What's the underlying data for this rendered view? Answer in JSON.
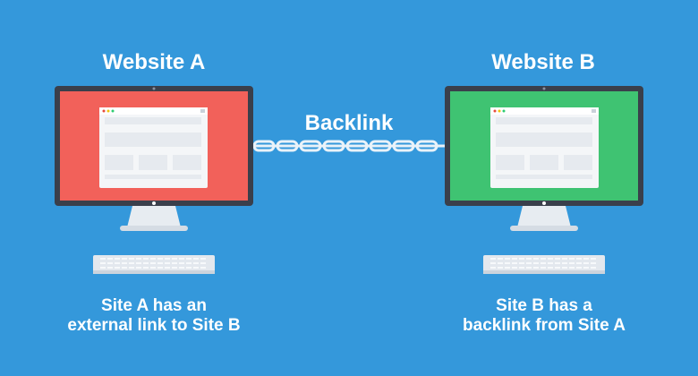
{
  "site_a": {
    "title": "Website A",
    "caption_line1": "Site A has an",
    "caption_line2": "external link to Site B",
    "screen_color": "#f2615a"
  },
  "site_b": {
    "title": "Website B",
    "caption_line1": "Site B has a",
    "caption_line2": "backlink from Site A",
    "screen_color": "#3fc372"
  },
  "link": {
    "label": "Backlink",
    "icon": "chain-icon"
  },
  "colors": {
    "background": "#3498db",
    "monitor_frame": "#3a3f4b",
    "stand": "#e7ecf1",
    "keyboard": "#e3e8ee",
    "chain": "#e9f2f9"
  }
}
